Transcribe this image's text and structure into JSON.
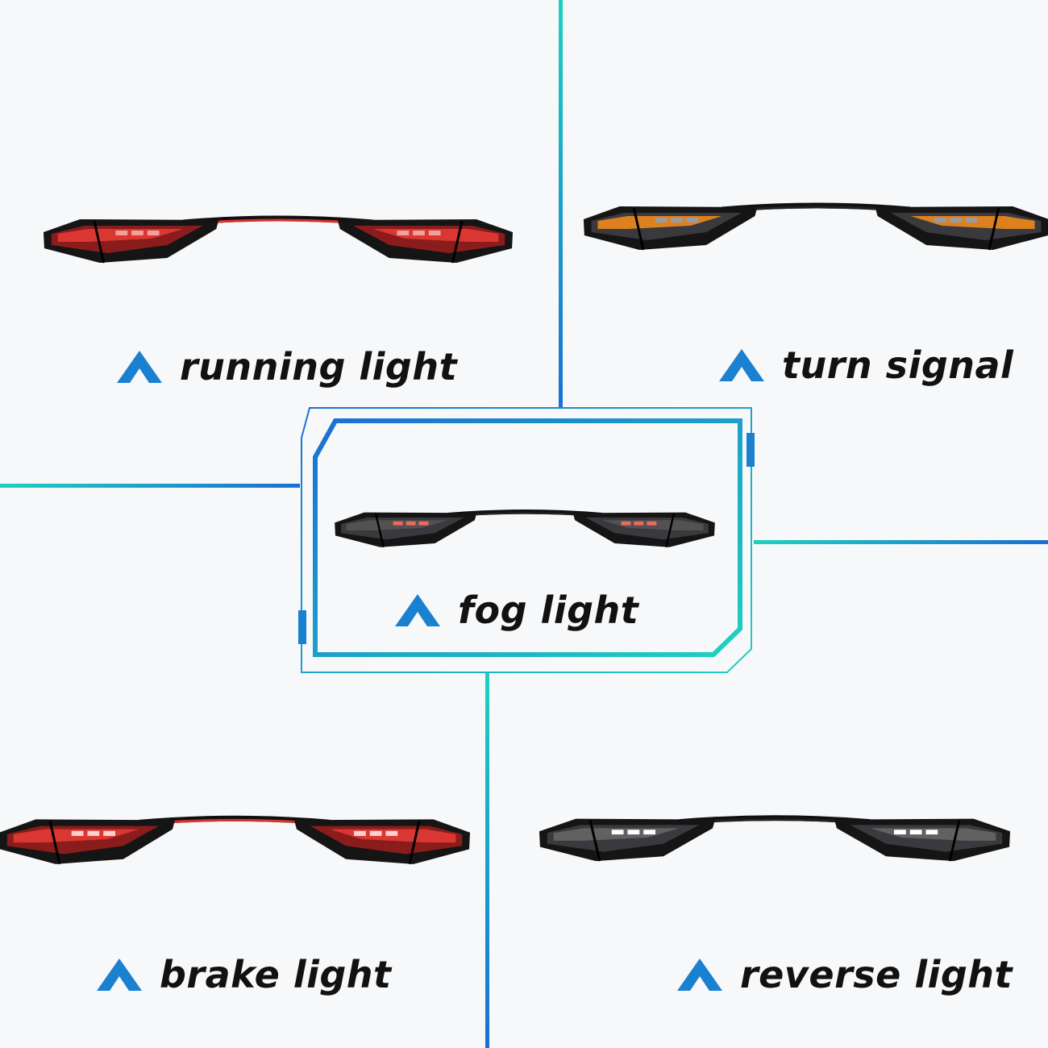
{
  "panels": [
    {
      "id": "running",
      "label": "running light",
      "housing": "#8a1c1c",
      "glow": "#e23b35",
      "bar": "#d8332d",
      "segments": "#f3a09a"
    },
    {
      "id": "turn",
      "label": "turn signal",
      "housing": "#3a3a3e",
      "glow": "#f08a1c",
      "bar": "#222",
      "segments": "#9a9aa0"
    },
    {
      "id": "fog",
      "label": "fog light",
      "housing": "#3a3a3e",
      "glow": "#555",
      "bar": "#222",
      "segments": "#f06a5a"
    },
    {
      "id": "brake",
      "label": "brake light",
      "housing": "#8a1c1c",
      "glow": "#e23b35",
      "bar": "#d8332d",
      "segments": "#ffd0cc"
    },
    {
      "id": "reverse",
      "label": "reverse light",
      "housing": "#3a3a3e",
      "glow": "#666",
      "bar": "#222",
      "segments": "#ffffff"
    }
  ],
  "colors": {
    "accent_blue": "#1a7fd4",
    "accent_teal": "#1fd1c0"
  }
}
